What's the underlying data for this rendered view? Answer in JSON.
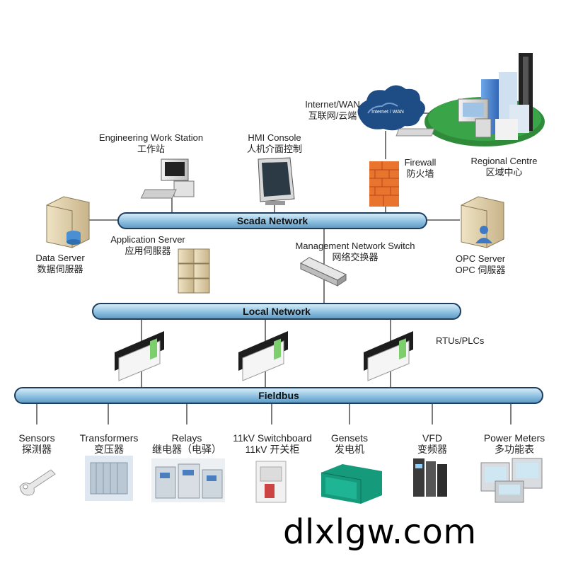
{
  "networks": {
    "scada": "Scada Network",
    "local": "Local Network",
    "fieldbus": "Fieldbus"
  },
  "top": {
    "cloud": {
      "title": "Internet/WAN",
      "subtitle": "互联网/云端",
      "inner": "Internet / WAN"
    },
    "regional": {
      "title": "Regional Centre",
      "subtitle": "区域中心"
    },
    "firewall": {
      "title": "Firewall",
      "subtitle": "防火墙"
    },
    "ews": {
      "title": "Engineering Work Station",
      "subtitle": "工作站"
    },
    "hmi": {
      "title": "HMI Console",
      "subtitle": "人机介面控制"
    }
  },
  "middle": {
    "data_server": {
      "title": "Data Server",
      "subtitle": "数据伺服器"
    },
    "app_server": {
      "title": "Application Server",
      "subtitle": "应用伺服器"
    },
    "switch": {
      "title": "Management Network Switch",
      "subtitle": "网络交换器"
    },
    "opc_server": {
      "title": "OPC Server",
      "subtitle": "OPC 伺服器"
    },
    "rtus": "RTUs/PLCs"
  },
  "field_devices": [
    {
      "title": "Sensors",
      "subtitle": "探测器"
    },
    {
      "title": "Transformers",
      "subtitle": "变压器"
    },
    {
      "title": "Relays",
      "subtitle": "继电器（电驿）"
    },
    {
      "title": "11kV Switchboard",
      "subtitle": "11kV 开关柜"
    },
    {
      "title": "Gensets",
      "subtitle": "发电机"
    },
    {
      "title": "VFD",
      "subtitle": "变频器"
    },
    {
      "title": "Power Meters",
      "subtitle": "多功能表"
    }
  ],
  "watermark": "dlxlgw.com",
  "colors": {
    "bus_fill": "#8fc1e0",
    "bus_border": "#1f3d5c",
    "firewall": "#e8742e",
    "cloud": "#1e4d85",
    "regional_ground": "#2f8a3a"
  }
}
